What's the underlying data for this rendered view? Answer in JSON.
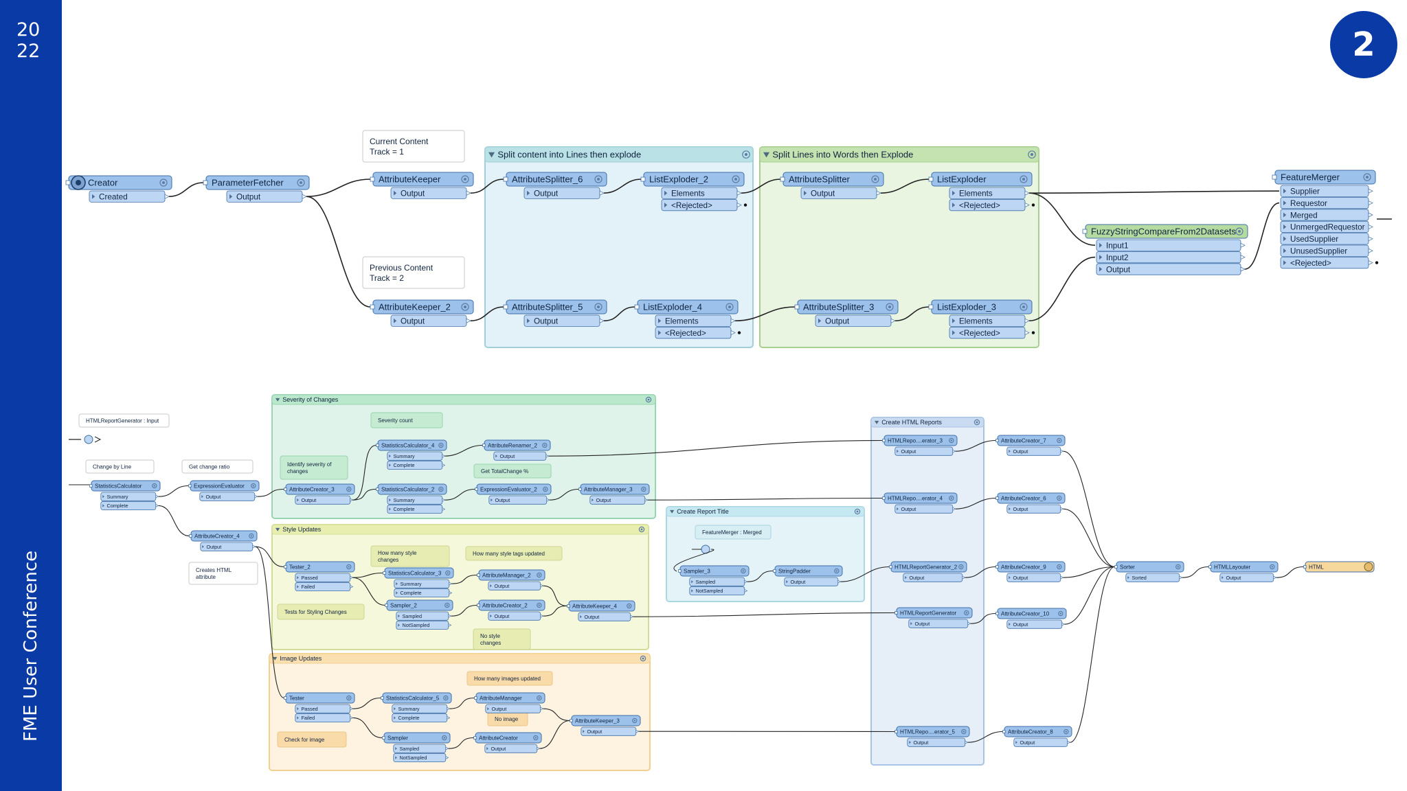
{
  "slide": {
    "year_line1": "20",
    "year_line2": "22",
    "conference": "FME User Conference",
    "page_number": "2",
    "brand_color": "#0a3aa6"
  },
  "colors": {
    "transformer": "#9cc2ec",
    "port": "#bcd6f3",
    "transformer_border": "#3f6fa8",
    "fuzzy_transformer": "#b5dba0",
    "html_writer": "#f6d79c",
    "group_blue": "#e3f1f8",
    "group_green": "#e9f4e1",
    "group_mint": "#dff3ea",
    "group_lime": "#f6f8dc",
    "group_orange": "#fdf3e0"
  },
  "top": {
    "bookmarks": [
      {
        "id": "split-lines",
        "title": "Split content into Lines then explode"
      },
      {
        "id": "split-words",
        "title": "Split Lines into Words then Explode"
      }
    ],
    "annotations": [
      {
        "id": "current",
        "line1": "Current Content",
        "line2": "Track = 1"
      },
      {
        "id": "previous",
        "line1": "Previous Content",
        "line2": "Track = 2"
      }
    ],
    "transformers": [
      {
        "id": "creator",
        "name": "Creator",
        "ports": [
          "Created"
        ]
      },
      {
        "id": "paramfetcher",
        "name": "ParameterFetcher",
        "ports": [
          "Output"
        ]
      },
      {
        "id": "ak1",
        "name": "AttributeKeeper",
        "ports": [
          "Output"
        ]
      },
      {
        "id": "ak2",
        "name": "AttributeKeeper_2",
        "ports": [
          "Output"
        ]
      },
      {
        "id": "as6",
        "name": "AttributeSplitter_6",
        "ports": [
          "Output"
        ]
      },
      {
        "id": "as5",
        "name": "AttributeSplitter_5",
        "ports": [
          "Output"
        ]
      },
      {
        "id": "le2",
        "name": "ListExploder_2",
        "ports": [
          "Elements",
          "<Rejected>"
        ]
      },
      {
        "id": "le4",
        "name": "ListExploder_4",
        "ports": [
          "Elements",
          "<Rejected>"
        ]
      },
      {
        "id": "as",
        "name": "AttributeSplitter",
        "ports": [
          "Output"
        ]
      },
      {
        "id": "as3",
        "name": "AttributeSplitter_3",
        "ports": [
          "Output"
        ]
      },
      {
        "id": "le",
        "name": "ListExploder",
        "ports": [
          "Elements",
          "<Rejected>"
        ]
      },
      {
        "id": "le3",
        "name": "ListExploder_3",
        "ports": [
          "Elements",
          "<Rejected>"
        ]
      },
      {
        "id": "fuzzy",
        "name": "FuzzyStringCompareFrom2Datasets",
        "ports": [
          "Input1",
          "Input2",
          "Output"
        ]
      },
      {
        "id": "fm",
        "name": "FeatureMerger",
        "ports": [
          "Supplier",
          "Requestor",
          "Merged",
          "UnmergedRequestor",
          "UsedSupplier",
          "UnusedSupplier",
          "<Rejected>"
        ]
      }
    ]
  },
  "bottom": {
    "bookmarks": [
      {
        "id": "severity",
        "title": "Severity of Changes"
      },
      {
        "id": "style",
        "title": "Style Updates"
      },
      {
        "id": "image",
        "title": "Image Updates"
      },
      {
        "id": "report-title",
        "title": "Create Report Title"
      },
      {
        "id": "html-reports",
        "title": "Create HTML Reports"
      }
    ],
    "annotations": [
      {
        "id": "htmlgen-input",
        "line1": "HTMLReportGenerator : Input",
        "line2": ""
      },
      {
        "id": "change-by-line",
        "line1": "Change by Line",
        "line2": ""
      },
      {
        "id": "change-ratio",
        "line1": "Get change ratio",
        "line2": ""
      },
      {
        "id": "creates-html",
        "line1": "Creates HTML",
        "line2": "attribute"
      },
      {
        "id": "severity-count",
        "line1": "Severity count",
        "line2": ""
      },
      {
        "id": "identify-severity",
        "line1": "Identify severity of",
        "line2": "changes"
      },
      {
        "id": "total-change",
        "line1": "Get TotalChange %",
        "line2": ""
      },
      {
        "id": "style-changes",
        "line1": "How many style",
        "line2": "changes"
      },
      {
        "id": "style-tags",
        "line1": "How many style tags updated",
        "line2": ""
      },
      {
        "id": "tests-styling",
        "line1": "Tests for Styling Changes",
        "line2": ""
      },
      {
        "id": "no-style",
        "line1": "No style",
        "line2": "changes"
      },
      {
        "id": "images-updated",
        "line1": "How many images updated",
        "line2": ""
      },
      {
        "id": "no-image",
        "line1": "No image",
        "line2": ""
      },
      {
        "id": "check-image",
        "line1": "Check for image",
        "line2": ""
      },
      {
        "id": "fm-merged",
        "line1": "FeatureMerger : Merged",
        "line2": ""
      }
    ],
    "transformers": [
      {
        "id": "statcalc",
        "name": "StatisticsCalculator",
        "ports": [
          "Summary",
          "Complete"
        ]
      },
      {
        "id": "expreval",
        "name": "ExpressionEvaluator",
        "ports": [
          "Output"
        ]
      },
      {
        "id": "ac4",
        "name": "AttributeCreator_4",
        "ports": [
          "Output"
        ]
      },
      {
        "id": "sc4",
        "name": "StatisticsCalculator_4",
        "ports": [
          "Summary",
          "Complete"
        ]
      },
      {
        "id": "ar2",
        "name": "AttributeRenamer_2",
        "ports": [
          "Output"
        ]
      },
      {
        "id": "ac3",
        "name": "AttributeCreator_3",
        "ports": [
          "Output"
        ]
      },
      {
        "id": "sc2",
        "name": "StatisticsCalculator_2",
        "ports": [
          "Summary",
          "Complete"
        ]
      },
      {
        "id": "ee2",
        "name": "ExpressionEvaluator_2",
        "ports": [
          "Output"
        ]
      },
      {
        "id": "am3",
        "name": "AttributeManager_3",
        "ports": [
          "Output"
        ]
      },
      {
        "id": "tester2",
        "name": "Tester_2",
        "ports": [
          "Passed",
          "Failed"
        ]
      },
      {
        "id": "sc3",
        "name": "StatisticsCalculator_3",
        "ports": [
          "Summary",
          "Complete"
        ]
      },
      {
        "id": "am2",
        "name": "AttributeManager_2",
        "ports": [
          "Output"
        ]
      },
      {
        "id": "sampler2",
        "name": "Sampler_2",
        "ports": [
          "Sampled",
          "NotSampled"
        ]
      },
      {
        "id": "ac2",
        "name": "AttributeCreator_2",
        "ports": [
          "Output"
        ]
      },
      {
        "id": "ak4",
        "name": "AttributeKeeper_4",
        "ports": [
          "Output"
        ]
      },
      {
        "id": "tester",
        "name": "Tester",
        "ports": [
          "Passed",
          "Failed"
        ]
      },
      {
        "id": "sc5",
        "name": "StatisticsCalculator_5",
        "ports": [
          "Summary",
          "Complete"
        ]
      },
      {
        "id": "am",
        "name": "AttributeManager",
        "ports": [
          "Output"
        ]
      },
      {
        "id": "sampler",
        "name": "Sampler",
        "ports": [
          "Sampled",
          "NotSampled"
        ]
      },
      {
        "id": "ac",
        "name": "AttributeCreator",
        "ports": [
          "Output"
        ]
      },
      {
        "id": "ak3",
        "name": "AttributeKeeper_3",
        "ports": [
          "Output"
        ]
      },
      {
        "id": "sampler3",
        "name": "Sampler_3",
        "ports": [
          "Sampled",
          "NotSampled"
        ]
      },
      {
        "id": "stringpadder",
        "name": "StringPadder",
        "ports": [
          "Output"
        ]
      },
      {
        "id": "hrg3",
        "name": "HTMLRepo....erator_3",
        "ports": [
          "Output"
        ]
      },
      {
        "id": "hrg4",
        "name": "HTMLRepo....erator_4",
        "ports": [
          "Output"
        ]
      },
      {
        "id": "hrg2",
        "name": "HTMLReportGenerator_2",
        "ports": [
          "Output"
        ]
      },
      {
        "id": "hrg",
        "name": "HTMLReportGenerator",
        "ports": [
          "Output"
        ]
      },
      {
        "id": "hrg5",
        "name": "HTMLRepo....erator_5",
        "ports": [
          "Output"
        ]
      },
      {
        "id": "ac7",
        "name": "AttributeCreator_7",
        "ports": [
          "Output"
        ]
      },
      {
        "id": "ac6",
        "name": "AttributeCreator_6",
        "ports": [
          "Output"
        ]
      },
      {
        "id": "ac9",
        "name": "AttributeCreator_9",
        "ports": [
          "Output"
        ]
      },
      {
        "id": "ac10",
        "name": "AttributeCreator_10",
        "ports": [
          "Output"
        ]
      },
      {
        "id": "ac8",
        "name": "AttributeCreator_8",
        "ports": [
          "Output"
        ]
      },
      {
        "id": "sorter",
        "name": "Sorter",
        "ports": [
          "Sorted"
        ]
      },
      {
        "id": "htmllayouter",
        "name": "HTMLLayouter",
        "ports": [
          "Output"
        ]
      },
      {
        "id": "html",
        "name": "HTML",
        "ports": []
      }
    ]
  }
}
